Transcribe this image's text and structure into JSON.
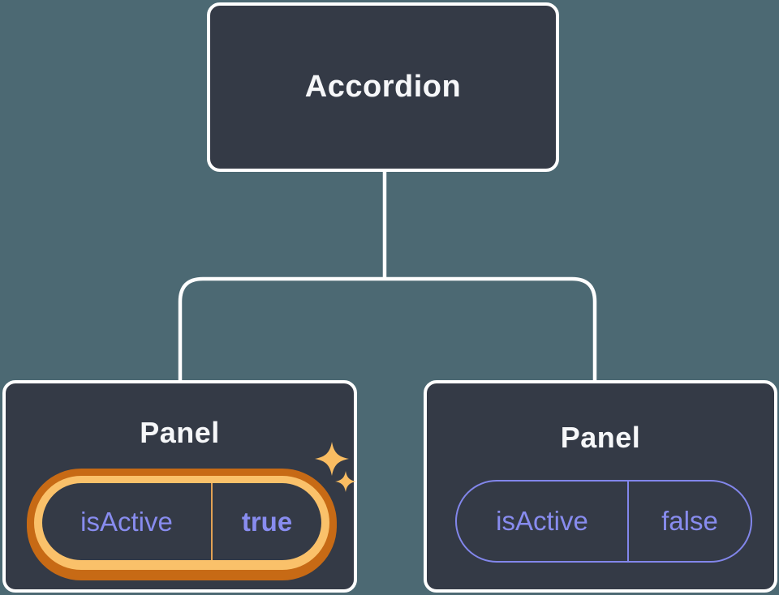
{
  "tree": {
    "root": {
      "label": "Accordion"
    },
    "panels": [
      {
        "title": "Panel",
        "state": {
          "key": "isActive",
          "value": "true"
        },
        "highlighted": true
      },
      {
        "title": "Panel",
        "state": {
          "key": "isActive",
          "value": "false"
        },
        "highlighted": false
      }
    ]
  },
  "colors": {
    "background": "#4C6973",
    "node_fill": "#343A46",
    "node_border": "#FFFFFF",
    "title_text": "#F6F7F9",
    "state_text": "#888CEF",
    "state_pill_border": "#8286EB",
    "highlight_ring_light": "#FAC16A",
    "highlight_ring_dark": "#C76A15",
    "highlight_divider": "#E2A254",
    "sparkle": "#FABD62",
    "connector_line": "#FFFFFF"
  }
}
